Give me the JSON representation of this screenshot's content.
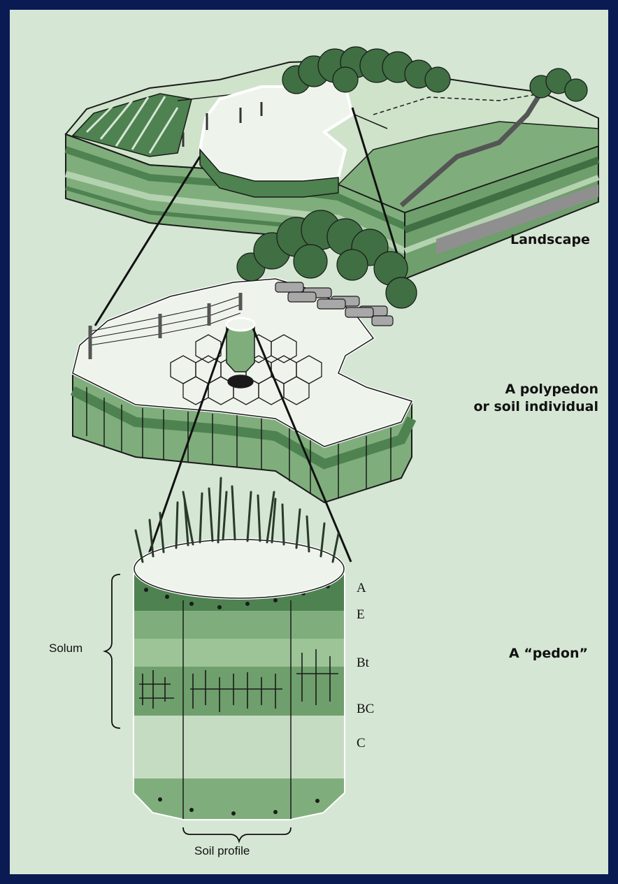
{
  "labels": {
    "landscape": "Landscape",
    "polypedon_line1": "A polypedon",
    "polypedon_line2": "or soil individual",
    "pedon": "A “pedon”",
    "solum": "Solum",
    "soil_profile": "Soil profile"
  },
  "horizons": [
    "A",
    "E",
    "Bt",
    "BC",
    "C"
  ],
  "colors": {
    "outer_border": "#0a1a52",
    "background": "#d6e6d4",
    "light_surface": "#eef4ec",
    "light_green": "#b5d2b0",
    "mid_green": "#7fae7c",
    "dark_green": "#4e8250",
    "outline": "#1a1a1a",
    "grey_layer": "#8f8f8f"
  }
}
